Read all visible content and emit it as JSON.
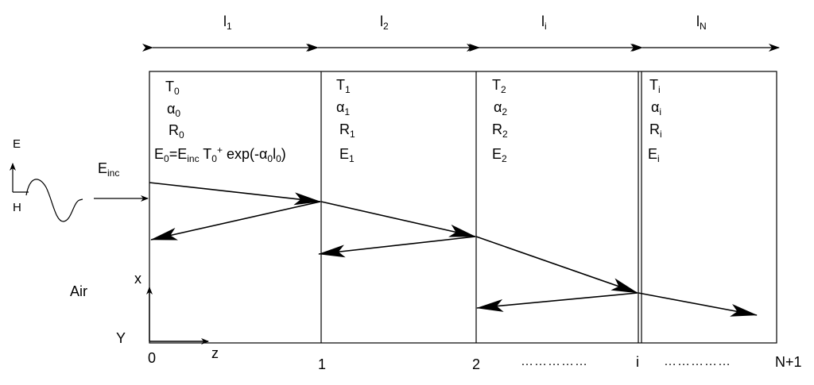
{
  "widths": [
    {
      "base": "l",
      "sub": "1"
    },
    {
      "base": "l",
      "sub": "2"
    },
    {
      "base": "l",
      "sub": "i"
    },
    {
      "base": "l",
      "sub": "N"
    }
  ],
  "layers": [
    {
      "T": {
        "base": "T",
        "sub": "0"
      },
      "alpha": {
        "base": "α",
        "sub": "0"
      },
      "R": {
        "base": "R",
        "sub": "0"
      }
    },
    {
      "T": {
        "base": "T",
        "sub": "1"
      },
      "alpha": {
        "base": "α",
        "sub": "1"
      },
      "R": {
        "base": "R",
        "sub": "1"
      },
      "E": {
        "base": "E",
        "sub": "1"
      }
    },
    {
      "T": {
        "base": "T",
        "sub": "2"
      },
      "alpha": {
        "base": "α",
        "sub": "2"
      },
      "R": {
        "base": "R",
        "sub": "2"
      },
      "E": {
        "base": "E",
        "sub": "2"
      }
    },
    {
      "T": {
        "base": "T",
        "sub": "i"
      },
      "alpha": {
        "base": "α",
        "sub": "i"
      },
      "R": {
        "base": "R",
        "sub": "i"
      },
      "E": {
        "base": "E",
        "sub": "i"
      }
    }
  ],
  "equation": {
    "lhs": "E",
    "lhs_sub": "0",
    "eq": "=E",
    "inc_sub": "inc",
    "mid": " T",
    "t_sub": "0",
    "t_sup": "+",
    "exp_open": " exp(-α",
    "a_sub": "0",
    "l": "l",
    "l_sub": "0",
    "close": ")"
  },
  "incident": {
    "base": "E",
    "sub": "inc"
  },
  "wave_axes": {
    "e_label": "E",
    "h_label": "H"
  },
  "medium": "Air",
  "axes": {
    "x_label": "x",
    "y_label": "Y",
    "z_label": "z"
  },
  "interfaces": [
    "0",
    "1",
    "2",
    "i",
    "N+1"
  ],
  "dots": "……………",
  "dots2": "……………"
}
